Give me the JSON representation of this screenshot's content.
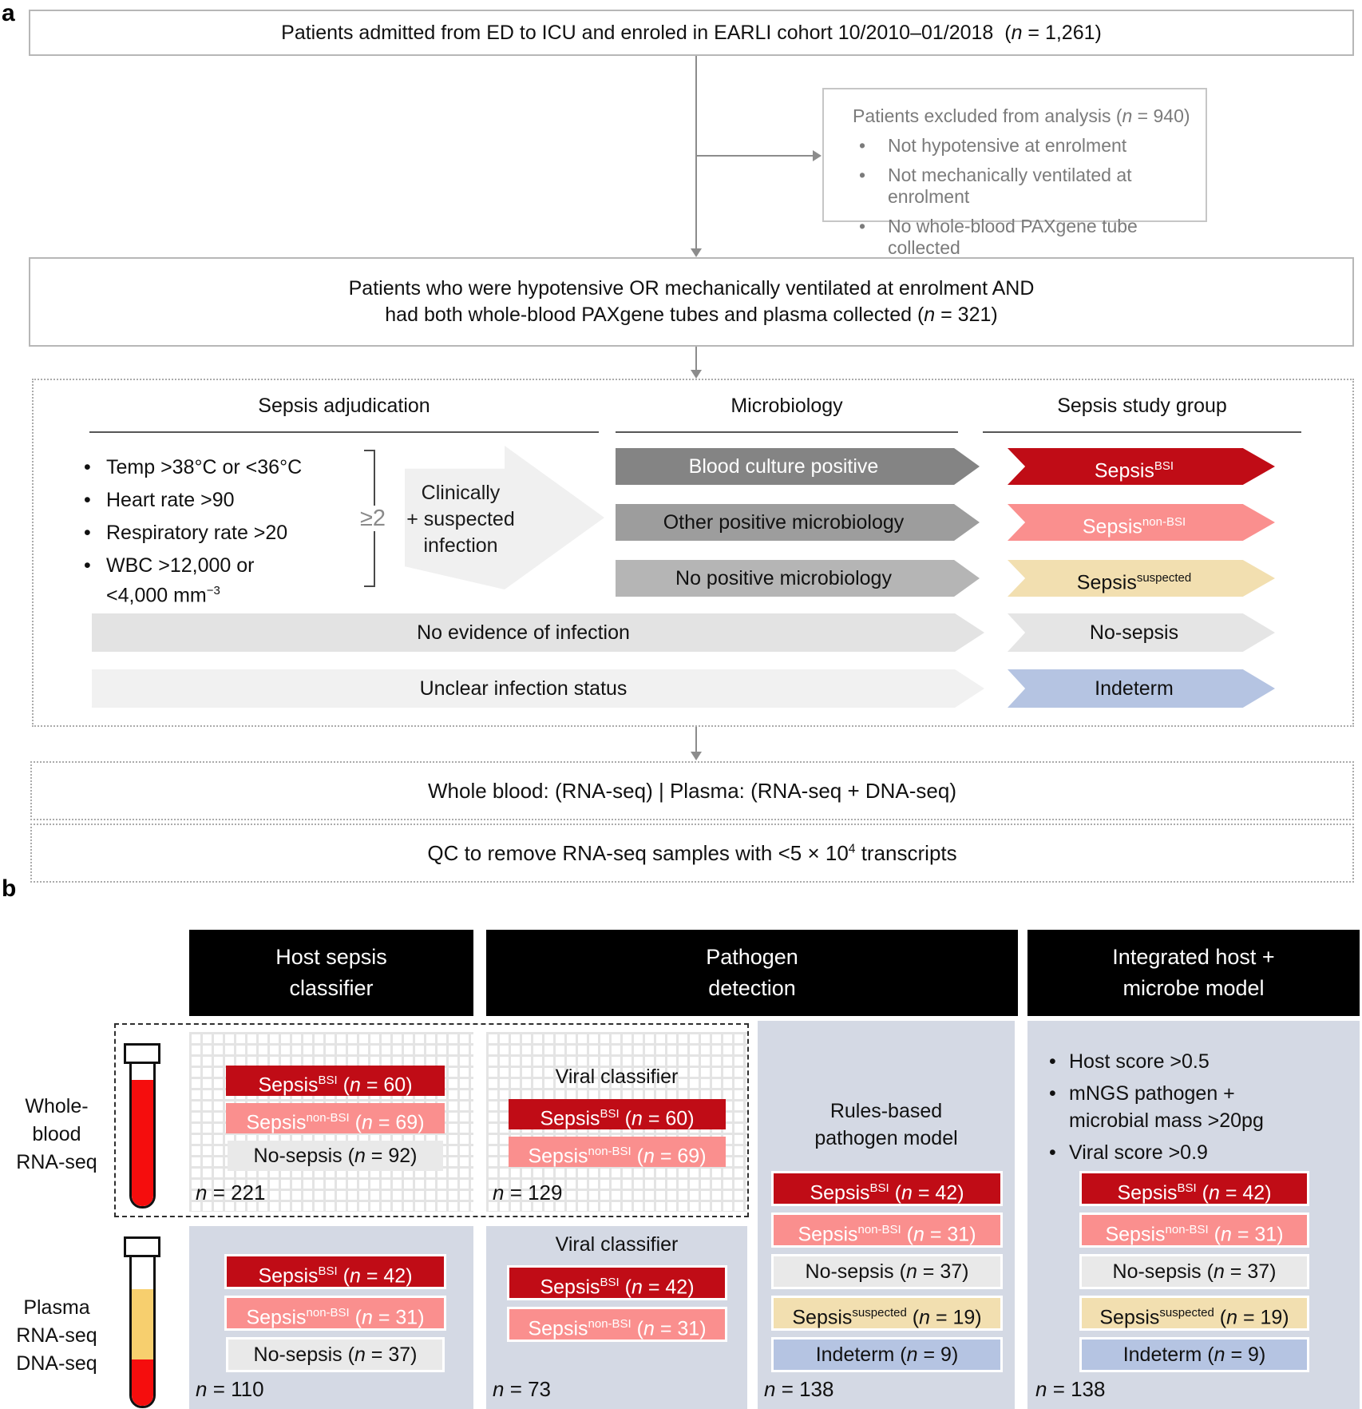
{
  "figure": {
    "panel_a_label": "a",
    "panel_b_label": "b"
  },
  "colors": {
    "sepsis_bsi": "#c00c16",
    "sepsis_non_bsi": "#fa8f8e",
    "sepsis_suspected": "#f2dfb0",
    "no_sepsis": "#e9e9e9",
    "indeterm": "#b5c4e2",
    "panel_blue_gray": "#d4d9e4",
    "microbiology_dark": "#848484",
    "microbiology_mid": "#9d9d9d",
    "microbiology_light": "#b5b5b5",
    "no_evidence_row": "#e3e3e3",
    "unclear_row": "#f1f1f1",
    "clinical_arrow": "#f0f0f0",
    "tube_red": "#f50d0d",
    "tube_yellow": "#f7cf6e",
    "header_bg": "#000000"
  },
  "panel_a": {
    "top_box": "Patients admitted from ED to ICU and enroled in EARLI cohort 10/2010–01/2018&nbsp; (<i>n</i> = 1,261)",
    "excluded_box": {
      "title": "Patients excluded from analysis (<i>n</i> = 940)",
      "bullets": [
        "Not hypotensive at enrolment",
        "Not mechanically ventilated at enrolment",
        "No whole-blood PAXgene tube collected"
      ]
    },
    "cohort_box": {
      "line1": "Patients who were hypotensive OR mechanically ventilated at enrolment AND",
      "line2": "had both whole-blood PAXgene tubes and plasma collected (<i>n</i> = 321)"
    },
    "adjudication": {
      "column_titles": [
        "Sepsis adjudication",
        "Microbiology",
        "Sepsis study group"
      ],
      "sirs_criteria": [
        "Temp >38°C or &lt;36°C",
        "Heart rate >90",
        "Respiratory rate >20",
        "WBC >12,000 or<br>&lt;4,000 mm<sup>−3</sup>"
      ],
      "bracket_label": "≥2",
      "clinical_arrow": "Clinically<br>+ suspected<br>infection",
      "microbiology_rows": [
        "Blood culture positive",
        "Other positive microbiology",
        "No positive microbiology"
      ],
      "infection_rows": [
        "No evidence of infection",
        "Unclear infection status"
      ],
      "study_groups": [
        "Sepsis<sup>BSI</sup>",
        "Sepsis<sup>non-BSI</sup>",
        "Sepsis<sup>suspected</sup>",
        "No-sepsis",
        "Indeterm"
      ]
    },
    "sequencing_box": "Whole blood: (RNA-seq) | Plasma: (RNA-seq + DNA-seq)",
    "qc_box": "QC to remove RNA-seq samples with &lt;5 × 10<sup>4</sup> transcripts"
  },
  "panel_b": {
    "column_headers": [
      "Host sepsis<br>classifier",
      "Pathogen<br>detection",
      "Integrated host +<br>microbe model"
    ],
    "row_labels": {
      "whole_blood": "Whole-<br>blood<br>RNA-seq",
      "plasma": "Plasma<br>RNA-seq<br>DNA-seq"
    },
    "whole_blood_host": {
      "badges": [
        "Sepsis<sup>BSI</sup> (<i>n</i> = 60)",
        "Sepsis<sup>non-BSI</sup> (<i>n</i> = 69)",
        "No-sepsis (<i>n</i> = 92)"
      ],
      "n_total": "<i>n</i> = 221"
    },
    "whole_blood_viral": {
      "title": "Viral classifier",
      "badges": [
        "Sepsis<sup>BSI</sup> (<i>n</i> = 60)",
        "Sepsis<sup>non-BSI</sup> (<i>n</i> = 69)"
      ],
      "n_total": "<i>n</i> = 129"
    },
    "pathogen_model": {
      "title": "Rules-based<br>pathogen model",
      "badges": [
        "Sepsis<sup>BSI</sup> (<i>n</i> = 42)",
        "Sepsis<sup>non-BSI</sup> (<i>n</i> = 31)",
        "No-sepsis (<i>n</i> = 37)",
        "Sepsis<sup>suspected</sup> (<i>n</i> = 19)",
        "Indeterm (<i>n</i> = 9)"
      ],
      "n_total": "<i>n</i> = 138"
    },
    "integrated_model": {
      "bullets": [
        "Host score >0.5",
        "mNGS pathogen +<br>microbial mass >20pg",
        "Viral score >0.9"
      ],
      "badges": [
        "Sepsis<sup>BSI</sup> (<i>n</i> = 42)",
        "Sepsis<sup>non-BSI</sup> (<i>n</i> = 31)",
        "No-sepsis (<i>n</i> = 37)",
        "Sepsis<sup>suspected</sup> (<i>n</i> = 19)",
        "Indeterm (<i>n</i> = 9)"
      ],
      "n_total": "<i>n</i> = 138"
    },
    "plasma_host": {
      "badges": [
        "Sepsis<sup>BSI</sup> (<i>n</i> = 42)",
        "Sepsis<sup>non-BSI</sup> (<i>n</i> = 31)",
        "No-sepsis (<i>n</i> = 37)"
      ],
      "n_total": "<i>n</i> = 110"
    },
    "plasma_viral": {
      "title": "Viral classifier",
      "badges": [
        "Sepsis<sup>BSI</sup> (<i>n</i> = 42)",
        "Sepsis<sup>non-BSI</sup> (<i>n</i> = 31)"
      ],
      "n_total": "<i>n</i> = 73"
    }
  }
}
